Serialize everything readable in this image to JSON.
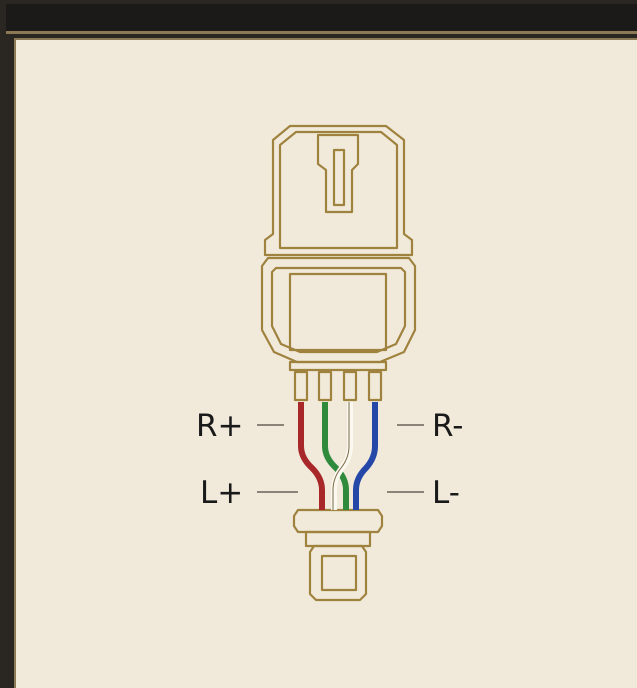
{
  "labels": {
    "r_plus": "R+",
    "r_minus": "R-",
    "l_plus": "L+",
    "l_minus": "L-"
  },
  "colors": {
    "background": "#f1eadb",
    "outline": "#a0823f",
    "frame": "#1c1a18",
    "wire_red": "#a8282a",
    "wire_green": "#2f8a3c",
    "wire_white": "#fbf8f0",
    "wire_blue": "#2447a8"
  }
}
